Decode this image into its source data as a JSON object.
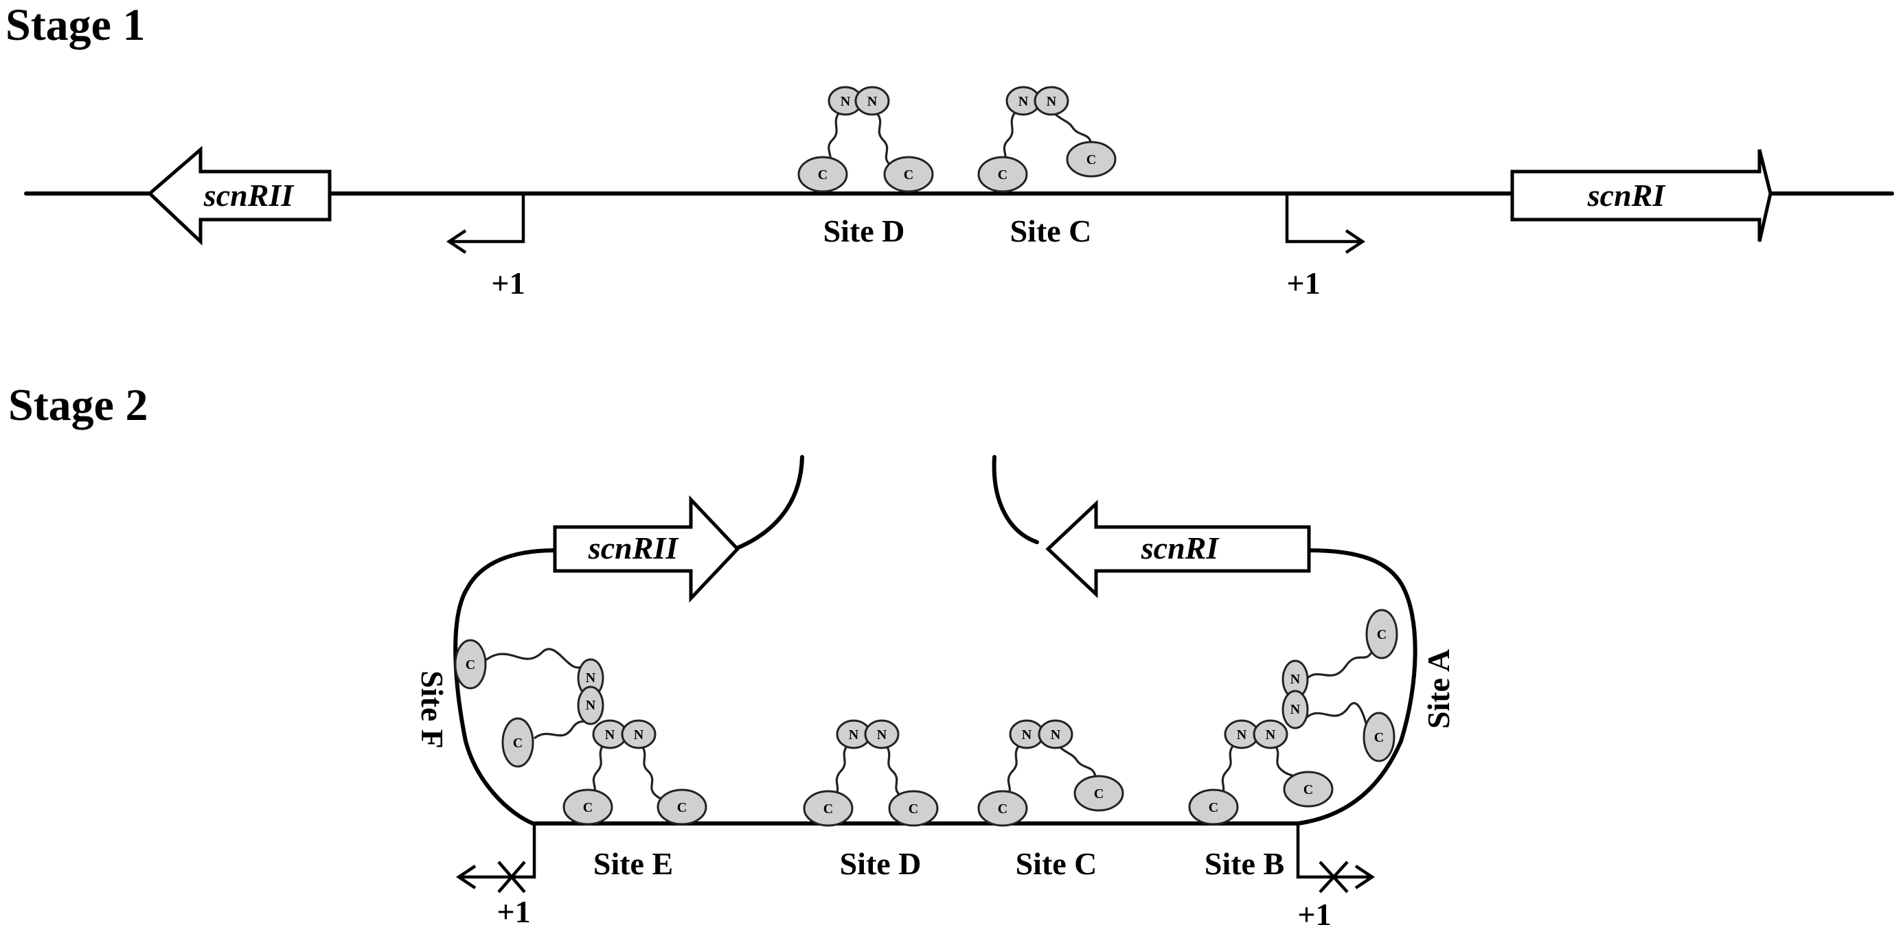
{
  "stage1": {
    "title": "Stage 1",
    "genes": {
      "left": "scnRII",
      "right": "scnRI"
    },
    "sites": [
      "Site D",
      "Site C"
    ],
    "tss": [
      "+1",
      "+1"
    ]
  },
  "stage2": {
    "title": "Stage 2",
    "genes": {
      "left": "scnRII",
      "right": "scnRI"
    },
    "sites": [
      "Site E",
      "Site D",
      "Site C",
      "Site B"
    ],
    "side_sites": {
      "left": "Site F",
      "right": "Site A"
    },
    "tss": [
      "+1",
      "+1"
    ]
  },
  "domains": {
    "n_terminal": "N",
    "c_terminal": "C"
  },
  "colors": {
    "protein_fill": "#d0d0d0",
    "line": "#000000"
  }
}
